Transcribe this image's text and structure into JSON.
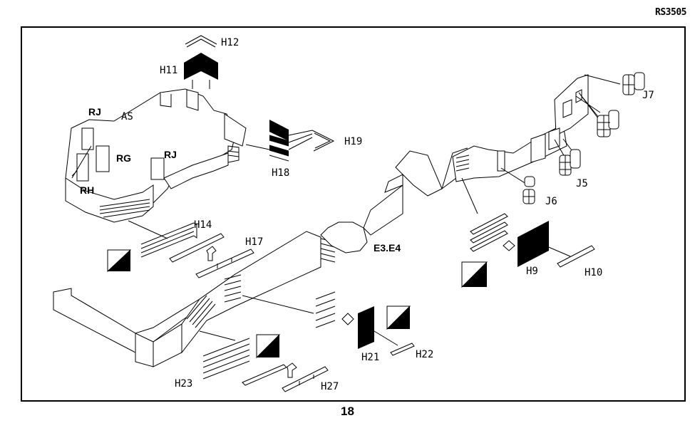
{
  "header": {
    "code": "RS3505"
  },
  "footer": {
    "page_number": "18"
  },
  "diagram": {
    "part_labels": {
      "H12": "H12",
      "H11": "H11",
      "AS": "AS",
      "RJ1": "RJ",
      "RJ2": "RJ",
      "RG": "RG",
      "RH": "RH",
      "H18": "H18",
      "H19": "H19",
      "H14": "H14",
      "H17": "H17",
      "E3E4": "E3.E4",
      "J7": "J7",
      "J5": "J5",
      "J6": "J6",
      "H9": "H9",
      "H10": "H10",
      "H21": "H21",
      "H22": "H22",
      "H23": "H23",
      "H27": "H27"
    }
  }
}
